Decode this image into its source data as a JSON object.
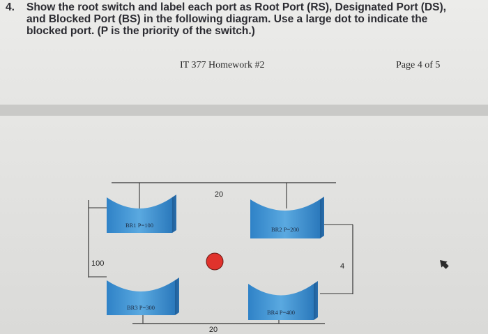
{
  "question": {
    "number": "4.",
    "text": "Show the root switch and label each port as Root Port (RS), Designated Port (DS), and Blocked Port (BS) in the following diagram. Use a large dot to indicate the blocked port. (P is the priority of the switch.)"
  },
  "header": {
    "title": "IT 377 Homework #2",
    "page": "Page 4 of 5"
  },
  "diagram": {
    "segments": [
      {
        "label": "20",
        "position": "top"
      },
      {
        "label": "100",
        "position": "left"
      },
      {
        "label": "4",
        "position": "right"
      },
      {
        "label": "20",
        "position": "bottom"
      }
    ],
    "switches": [
      {
        "label": "BR1 P=100"
      },
      {
        "label": "BR2 P=200"
      },
      {
        "label": "BR3 P=300"
      },
      {
        "label": "BR4 P=400"
      }
    ],
    "blocked_dot_color": "#e0322c",
    "switch_color": "#3b8fd0"
  }
}
